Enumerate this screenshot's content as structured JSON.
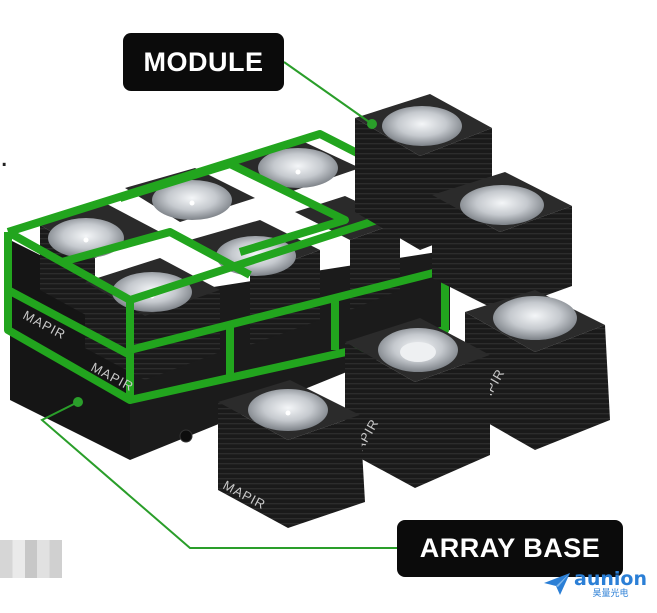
{
  "callouts": {
    "module": "MODULE",
    "array_base": "ARRAY BASE"
  },
  "stray_text": ".",
  "brand_mark": "MAPIR",
  "watermark": {
    "name": "aunion",
    "subtitle": "昊量光电"
  },
  "colors": {
    "frame_green": "#22a51e",
    "leader_line": "#2a9e2a",
    "module_black": "#1c1c1c",
    "lens_gray": "#c9ccd0",
    "callout_bg": "#0b0b0b",
    "logo_blue": "#2b7fd6"
  }
}
